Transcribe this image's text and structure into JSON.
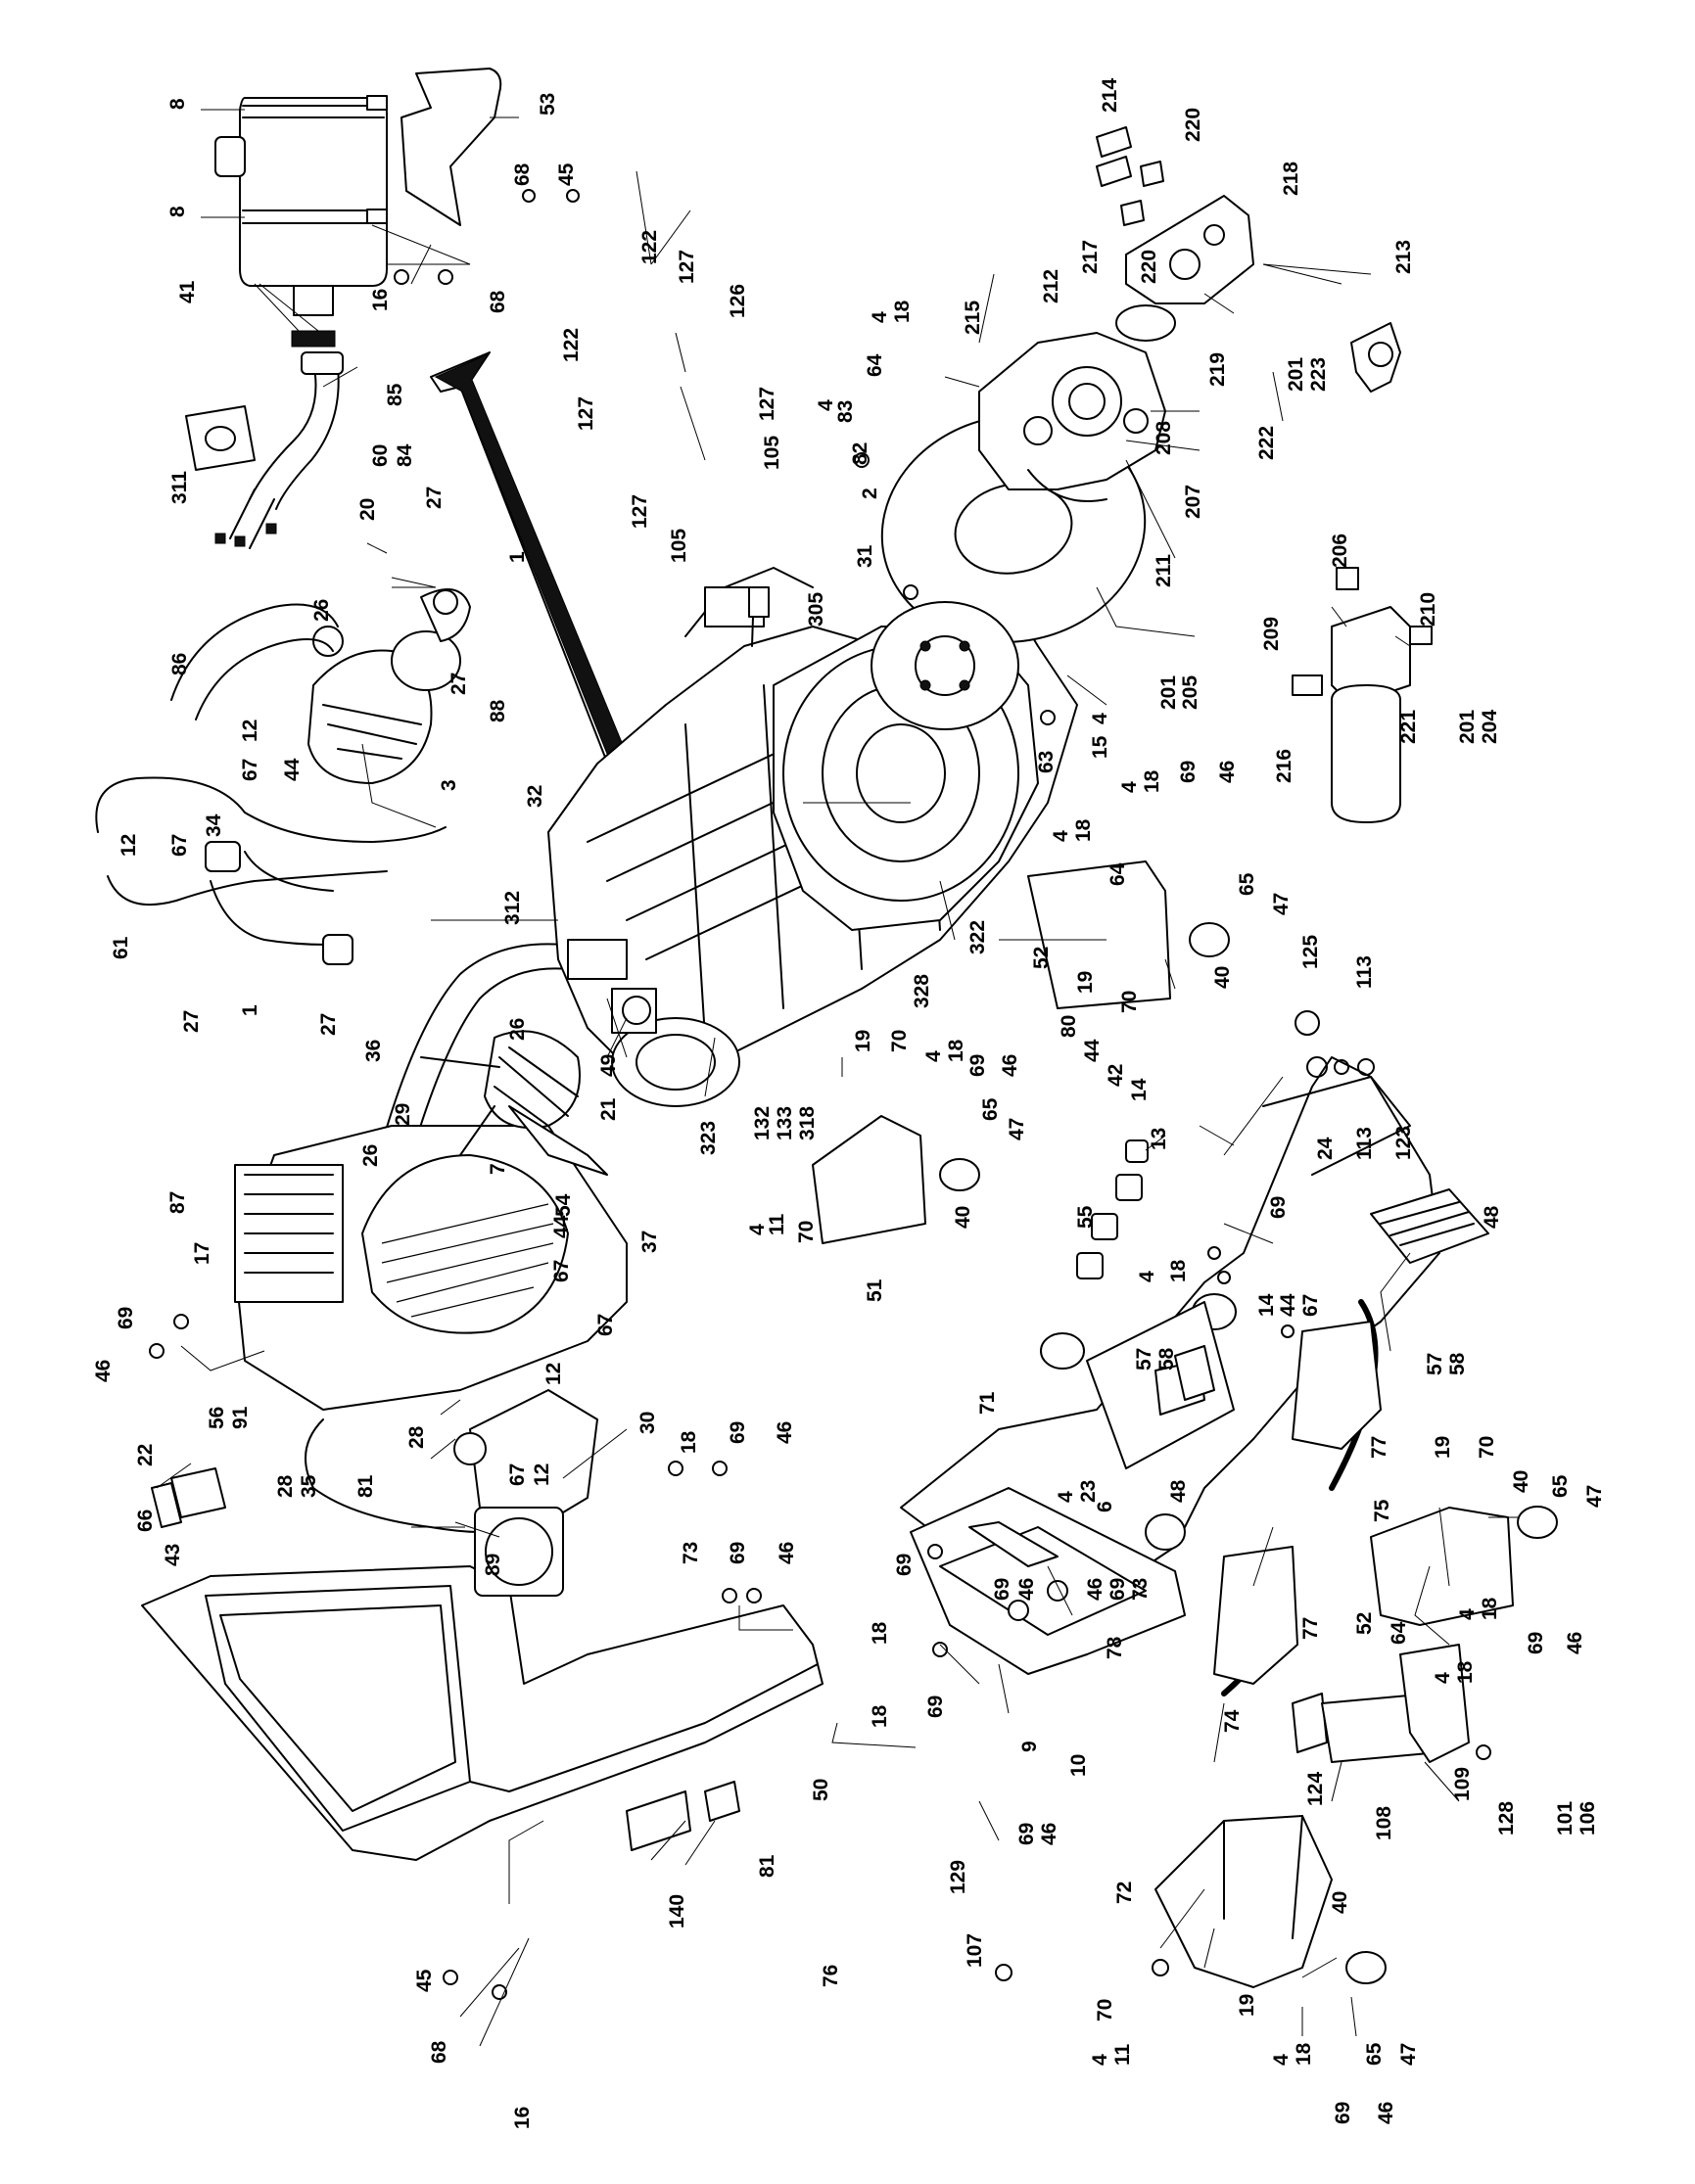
{
  "callouts": {
    "c8a": "8",
    "c8b": "8",
    "c53": "53",
    "c68a": "68",
    "c45a": "45",
    "c41": "41",
    "c16a": "16",
    "c68b": "68",
    "c85": "85",
    "c60": "60",
    "c84": "84",
    "c311": "311",
    "c20": "20",
    "c1a": "1",
    "c27a": "27",
    "c27b": "27",
    "c26a": "26",
    "c86": "86",
    "c12a": "12",
    "c67a": "67",
    "c44a": "44",
    "c3": "3",
    "c88": "88",
    "c12b": "12",
    "c67b": "67",
    "c34": "34",
    "c61": "61",
    "c27c": "27",
    "c1b": "1",
    "c27d": "27",
    "c36": "36",
    "c26b": "26",
    "c26c": "26",
    "c29": "29",
    "c7": "7",
    "c49": "49",
    "c21": "21",
    "c54": "54",
    "c312": "312",
    "c32": "32",
    "c87": "87",
    "c17": "17",
    "c69a": "69",
    "c46a": "46",
    "c44b": "44",
    "c67c": "67",
    "c37": "37",
    "c67d": "67",
    "c12c": "12",
    "c28a": "28",
    "c30": "30",
    "c56": "56",
    "c91": "91",
    "c22": "22",
    "c66": "66",
    "c43": "43",
    "c28b": "28",
    "c35": "35",
    "c81a": "81",
    "c89": "89",
    "c67e": "67",
    "c12d": "12",
    "c18a": "18",
    "c69b": "69",
    "c46b": "46",
    "c73a": "73",
    "c69c": "69",
    "c46c": "46",
    "c50": "50",
    "c81b": "81",
    "c140": "140",
    "c76": "76",
    "c45b": "45",
    "c68c": "68",
    "c16b": "16",
    "c122a": "122",
    "c127a": "127",
    "c126": "126",
    "c122b": "122",
    "c127b": "127",
    "c127c": "127",
    "c105a": "105",
    "c127d": "127",
    "c105b": "105",
    "c214": "214",
    "c220a": "220",
    "c218": "218",
    "c217": "217",
    "c220b": "220",
    "c212": "212",
    "c213": "213",
    "c4a": "4",
    "c18b": "18",
    "c215": "215",
    "c64a": "64",
    "c4b": "4",
    "c83": "83",
    "c219": "219",
    "c201a": "201",
    "c223": "223",
    "c222": "222",
    "c82": "82",
    "c208": "208",
    "c2": "2",
    "c207": "207",
    "c211": "211",
    "c305": "305",
    "c31": "31",
    "c206": "206",
    "c209": "209",
    "c210": "210",
    "c201b": "201",
    "c205": "205",
    "c4c": "4",
    "c15": "15",
    "c63": "63",
    "c216": "216",
    "c221": "221",
    "c201c": "201",
    "c204": "204",
    "c4d": "4",
    "c18c": "18",
    "c4e": "4",
    "c18d": "18",
    "c69d": "69",
    "c46d": "46",
    "c64b": "64",
    "c65a": "65",
    "c47a": "47",
    "c52a": "52",
    "c19a": "19",
    "c70a": "70",
    "c40a": "40",
    "c322": "322",
    "c328": "328",
    "c125": "125",
    "c113a": "113",
    "c80": "80",
    "c44c": "44",
    "c42": "42",
    "c14a": "14",
    "c13": "13",
    "c132": "132",
    "c133": "133",
    "c318": "318",
    "c323": "323",
    "c19b": "19",
    "c70b": "70",
    "c4f": "4",
    "c18e": "18",
    "c69e": "69",
    "c46e": "46",
    "c65b": "65",
    "c47b": "47",
    "c40b": "40",
    "c4g": "4",
    "c11a": "11",
    "c70c": "70",
    "c51": "51",
    "c24": "24",
    "c113b": "113",
    "c123": "123",
    "c55": "55",
    "c69f": "69",
    "c4h": "4",
    "c18f": "18",
    "c48a": "48",
    "c57a": "57",
    "c58a": "58",
    "c14b": "14",
    "c44d": "44",
    "c67f": "67",
    "c57b": "57",
    "c58b": "58",
    "c48b": "48",
    "c71": "71",
    "c4i": "4",
    "c23": "23",
    "c77a": "77",
    "c75": "75",
    "c19c": "19",
    "c70d": "70",
    "c40c": "40",
    "c65c": "65",
    "c47c": "47",
    "c6": "6",
    "c46f": "46",
    "c69g": "69",
    "c73b": "73",
    "c18g": "18",
    "c69h": "69",
    "c69i": "69",
    "c46g": "46",
    "c78": "78",
    "c52b": "52",
    "c64c": "64",
    "c4j": "4",
    "c18h": "18",
    "c4k": "4",
    "c18i": "18",
    "c69j": "69",
    "c46h": "46",
    "c77b": "77",
    "c74": "74",
    "c9": "9",
    "c10": "10",
    "c18j": "18",
    "c69k": "69",
    "c124": "124",
    "c108": "108",
    "c109": "109",
    "c128": "128",
    "c101": "101",
    "c106": "106",
    "c129": "129",
    "c69l": "69",
    "c46i": "46",
    "c107": "107",
    "c72": "72",
    "c40d": "40",
    "c70e": "70",
    "c19d": "19",
    "c65d": "65",
    "c47d": "47",
    "c4l": "4",
    "c11b": "11",
    "c4m": "4",
    "c18k": "18",
    "c69m": "69",
    "c46j": "46"
  }
}
